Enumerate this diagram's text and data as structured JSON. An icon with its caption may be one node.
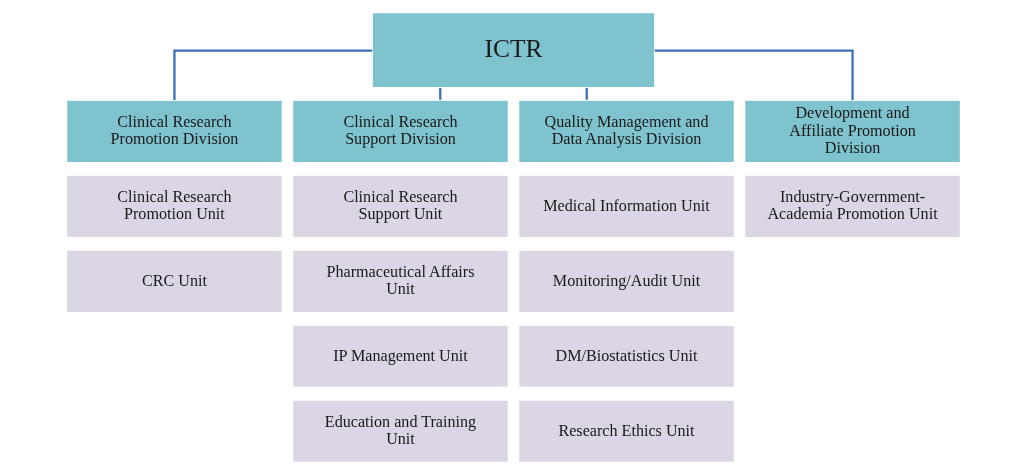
{
  "diagram": {
    "nodes": [
      {
        "text": [
          "ICTR"
        ]
      },
      {
        "text": [
          "Clinical Research Promotion Division"
        ]
      },
      {
        "text": [
          "Clinical Research Support Division"
        ]
      },
      {
        "text": [
          "Quality Management and Data Analysis Division"
        ]
      },
      {
        "text": [
          "Development and Affiliate Promotion Division"
        ]
      },
      {
        "text": [
          "Clinical Research Promotion Unit"
        ]
      },
      {
        "text": [
          "CRC Unit"
        ]
      },
      {
        "text": [
          "Clinical Research Support Unit"
        ]
      },
      {
        "text": [
          "Pharmaceutical Affairs Unit"
        ]
      },
      {
        "text": [
          "IP Management Unit"
        ]
      },
      {
        "text": [
          "Education and Training Unit"
        ]
      },
      {
        "text": [
          "Medical Information Unit"
        ]
      },
      {
        "text": [
          "Monitoring/Audit Unit"
        ]
      },
      {
        "text": [
          "DM/Biostatistics Unit"
        ]
      },
      {
        "text": [
          "Research Ethics Unit"
        ]
      },
      {
        "text": [
          "Industry-Government-Academia Promotion Unit"
        ]
      }
    ],
    "edges": [
      {
        "from": 0,
        "to": 1,
        "arrow": "none"
      },
      {
        "from": 0,
        "to": 2,
        "arrow": "none"
      },
      {
        "from": 0,
        "to": 3,
        "arrow": "none"
      },
      {
        "from": 0,
        "to": 4,
        "arrow": "none"
      }
    ]
  }
}
